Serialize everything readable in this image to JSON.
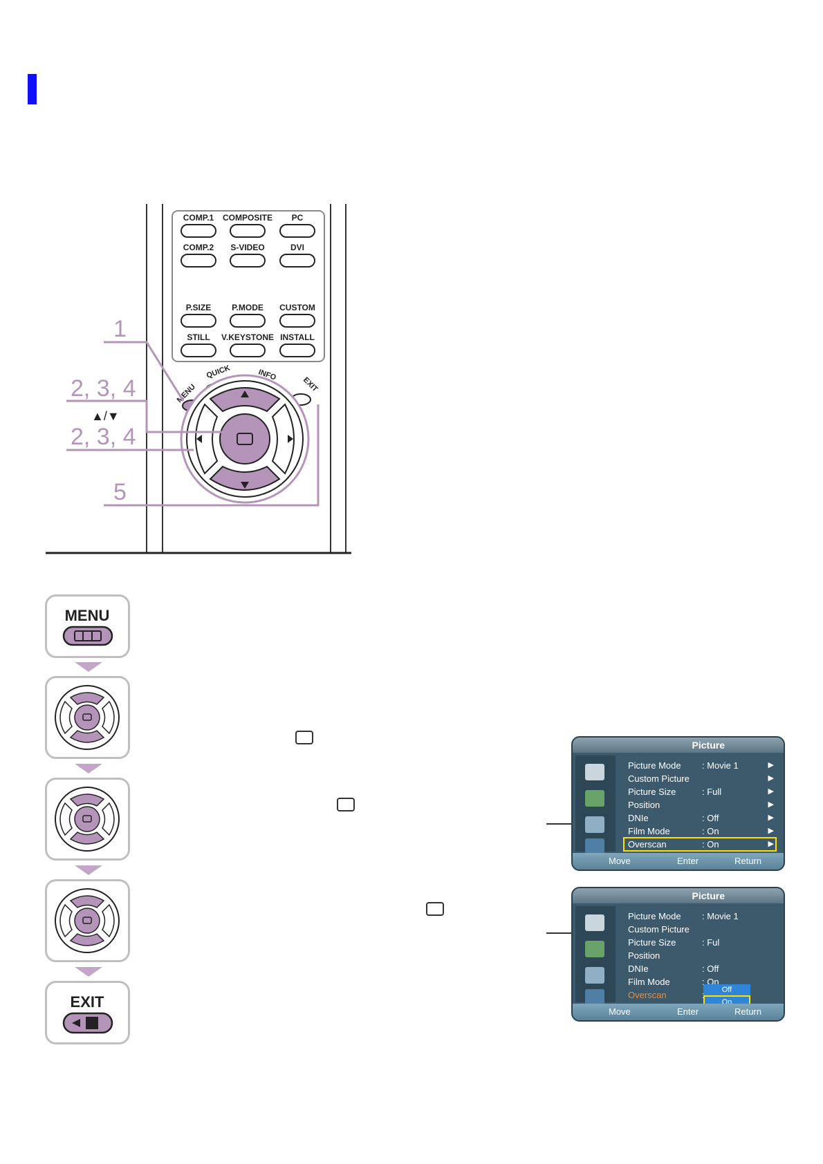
{
  "remote": {
    "buttons": {
      "comp1": "COMP.1",
      "composite": "COMPOSITE",
      "pc": "PC",
      "comp2": "COMP.2",
      "svideo": "S-VIDEO",
      "dvi": "DVI",
      "psize": "P.SIZE",
      "pmode": "P.MODE",
      "custom": "CUSTOM",
      "still": "STILL",
      "vkeystone": "V.KEYSTONE",
      "install": "INSTALL",
      "menu": "MENU",
      "quick": "QUICK",
      "info": "INFO",
      "exit": "EXIT"
    },
    "callouts": {
      "c1": "1",
      "c2": "2, 3, 4",
      "updown": "▲/▼",
      "c3": "2, 3, 4",
      "c5": "5"
    }
  },
  "steps": {
    "menu_label": "MENU",
    "exit_label": "EXIT"
  },
  "osd1": {
    "title": "Picture",
    "rows": [
      {
        "label": "Picture Mode",
        "value": ": Movie 1",
        "arrow": "▶"
      },
      {
        "label": "Custom Picture",
        "value": "",
        "arrow": "▶"
      },
      {
        "label": "Picture Size",
        "value": ": Full",
        "arrow": "▶"
      },
      {
        "label": "Position",
        "value": "",
        "arrow": "▶"
      },
      {
        "label": "DNIe",
        "value": ": Off",
        "arrow": "▶"
      },
      {
        "label": "Film Mode",
        "value": ": On",
        "arrow": "▶"
      },
      {
        "label": "Overscan",
        "value": ": On",
        "arrow": "▶"
      }
    ],
    "footer": {
      "move": "Move",
      "enter": "Enter",
      "return": "Return"
    }
  },
  "osd2": {
    "title": "Picture",
    "rows": [
      {
        "label": "Picture Mode",
        "value": ": Movie 1"
      },
      {
        "label": "Custom Picture",
        "value": ""
      },
      {
        "label": "Picture Size",
        "value": ": Ful"
      },
      {
        "label": "Position",
        "value": ""
      },
      {
        "label": "DNIe",
        "value": ": Off"
      },
      {
        "label": "Film Mode",
        "value": ": On"
      },
      {
        "label": "Overscan",
        "value": ":"
      }
    ],
    "options": [
      "Off",
      "On"
    ],
    "footer": {
      "move": "Move",
      "enter": "Enter",
      "return": "Return"
    }
  },
  "colors": {
    "accent": "#1010ff",
    "remote_purple": "#b495b9",
    "osd_bg": "#3d5a6c",
    "highlight": "#ffe000",
    "overscan_orange": "#f08a3a"
  }
}
